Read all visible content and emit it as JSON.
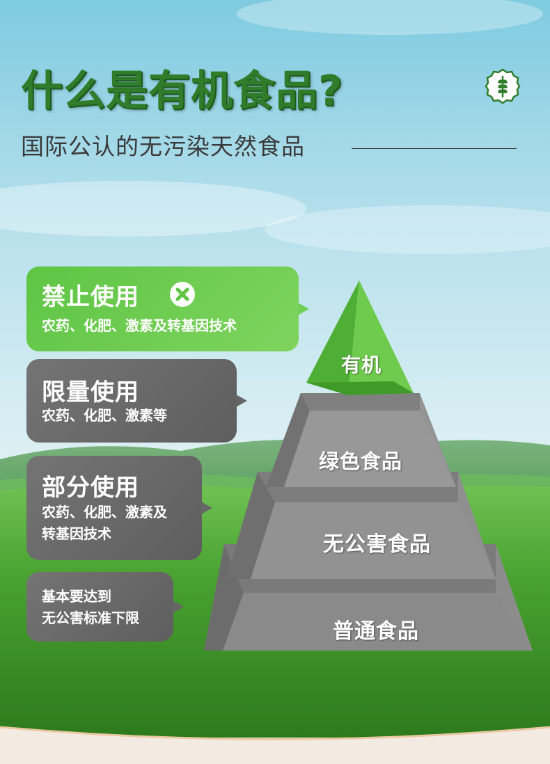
{
  "header": {
    "title": "什么是有机食品?",
    "subtitle": "国际公认的无污染天然食品"
  },
  "badge": {
    "icon": "wheat-icon"
  },
  "cards": [
    {
      "heading": "禁止使用",
      "icon": "x-circle-icon",
      "description": "农药、化肥、激素及转基因技术"
    },
    {
      "heading": "限量使用",
      "description": "农药、化肥、激素等"
    },
    {
      "heading": "部分使用",
      "description": "农药、化肥、激素及\n转基因技术"
    },
    {
      "description": "基本要达到\n无公害标准下限"
    }
  ],
  "pyramid": {
    "tiers": [
      "有机",
      "绿色食品",
      "无公害食品",
      "普通食品"
    ]
  },
  "colors": {
    "brand_green": "#2f7d2a",
    "card_green": "#5ec544",
    "card_gray": "#6b6b6b",
    "pyramid_green": "#6cc84a",
    "pyramid_gray": "#8a8a8a"
  }
}
